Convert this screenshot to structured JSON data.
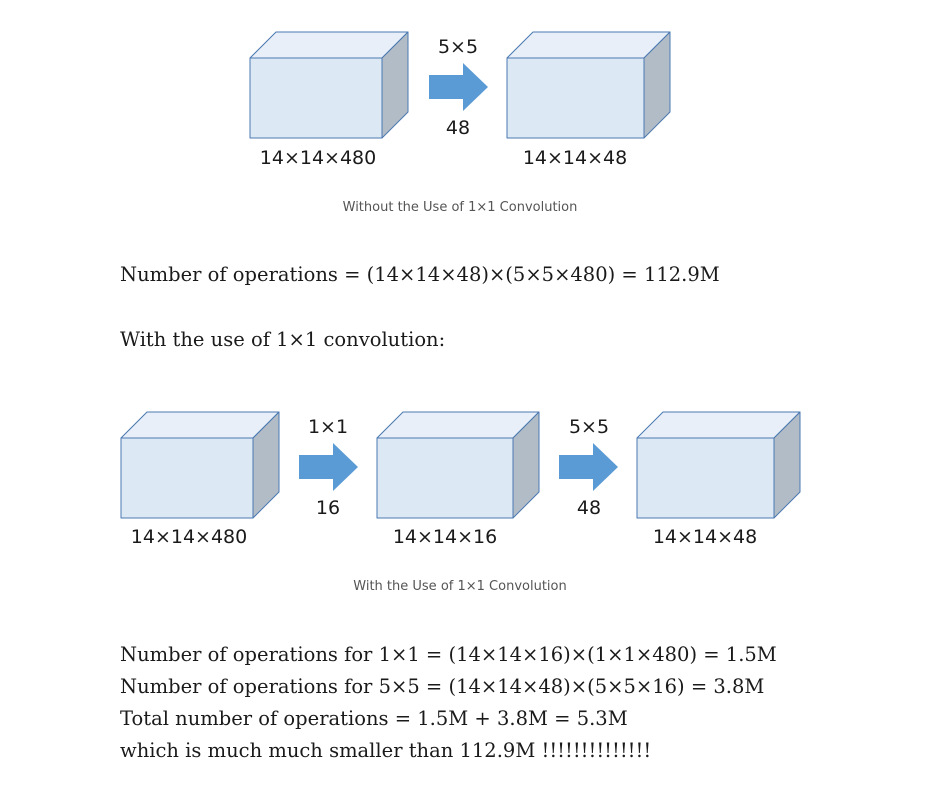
{
  "colors": {
    "box_front": "#dde8f5",
    "box_top": "#e8eff8",
    "box_side": "#b2bcc7",
    "box_stroke": "#4a78b0",
    "arrow": "#5b9bd5",
    "text": "#1a1a1a",
    "caption": "#555555"
  },
  "diagram1": {
    "box_in_label": "14×14×480",
    "arrow_top": "5×5",
    "arrow_bottom": "48",
    "box_out_label": "14×14×48",
    "caption": "Without the Use of 1×1 Convolution"
  },
  "text1": {
    "ops": "Number of operations = (14×14×48)×(5×5×480) = 112.9M",
    "intro": "With the use of 1×1 convolution:"
  },
  "diagram2": {
    "box_in_label": "14×14×480",
    "arrow1_top": "1×1",
    "arrow1_bottom": "16",
    "box_mid_label": "14×14×16",
    "arrow2_top": "5×5",
    "arrow2_bottom": "48",
    "box_out_label": "14×14×48",
    "caption": "With the Use of 1×1 Convolution"
  },
  "text2": {
    "ops_1x1": "Number of operations for 1×1 = (14×14×16)×(1×1×480) = 1.5M",
    "ops_5x5": "Number of operations for 5×5 = (14×14×48)×(5×5×16) = 3.8M",
    "total": "Total number of operations = 1.5M + 3.8M = 5.3M",
    "conclusion": "which is much much smaller than 112.9M !!!!!!!!!!!!!!"
  }
}
